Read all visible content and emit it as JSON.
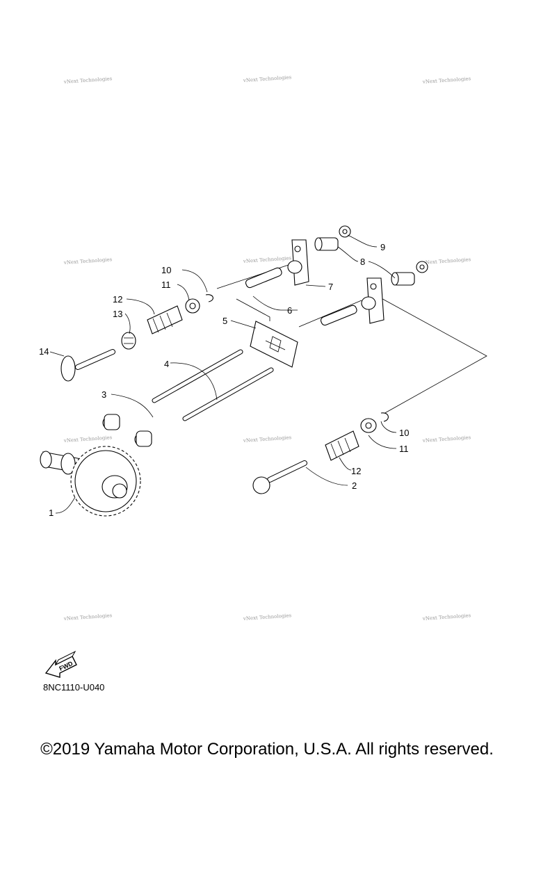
{
  "watermark_text": "vNext Technologies",
  "callouts": {
    "c1": "1",
    "c2": "2",
    "c3": "3",
    "c4": "4",
    "c5": "5",
    "c6": "6",
    "c7": "7",
    "c8": "8",
    "c9": "9",
    "c10a": "10",
    "c10b": "10",
    "c11a": "11",
    "c11b": "11",
    "c12a": "12",
    "c12b": "12",
    "c13": "13",
    "c14": "14"
  },
  "fwd_label": "FWD",
  "diagram_code": "8NC1110-U040",
  "copyright": "©2019 Yamaha Motor Corporation, U.S.A. All rights reserved."
}
